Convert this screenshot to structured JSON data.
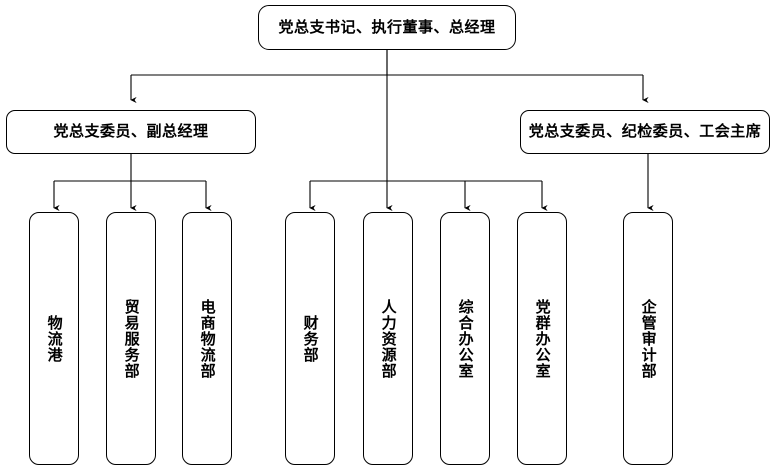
{
  "chart": {
    "title": "",
    "type": "org-chart",
    "orientation": "top-down",
    "line_color": "#000000",
    "box_fill": "#ffffff",
    "box_border": "#000000",
    "levels": [
      {
        "level": 1,
        "nodes": [
          {
            "id": "n1",
            "label": "党总支书记、执行董事、总经理"
          }
        ]
      },
      {
        "level": 2,
        "nodes": [
          {
            "id": "n2",
            "label": "党总支委员、副总经理"
          },
          {
            "id": "n3",
            "label": "党总支委员、纪检委员、工会主席"
          }
        ]
      },
      {
        "level": 3,
        "nodes": [
          {
            "id": "d1",
            "label": "物流港",
            "parent": "n2"
          },
          {
            "id": "d2",
            "label": "贸易服务部",
            "parent": "n2"
          },
          {
            "id": "d3",
            "label": "电商物流部",
            "parent": "n2"
          },
          {
            "id": "d4",
            "label": "财务部",
            "parent": "n1"
          },
          {
            "id": "d5",
            "label": "人力资源部",
            "parent": "n1"
          },
          {
            "id": "d6",
            "label": "综合办公室",
            "parent": "n1"
          },
          {
            "id": "d7",
            "label": "党群办公室",
            "parent": "n1"
          },
          {
            "id": "d8",
            "label": "企管审计部",
            "parent": "n3"
          }
        ]
      }
    ]
  }
}
